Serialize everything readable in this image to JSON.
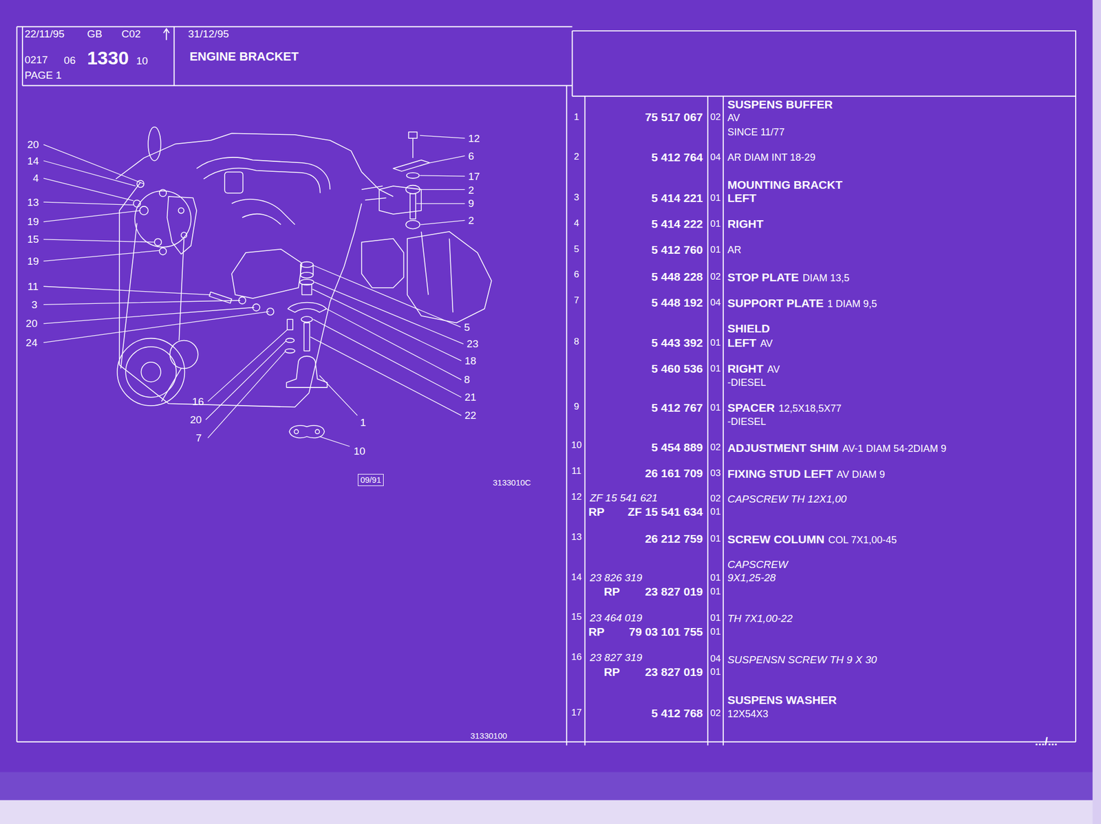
{
  "diagram": {
    "title": "ENGINE BRACKET",
    "nodes": [
      {
        "text": [
          "09/91"
        ]
      }
    ],
    "labels": [
      "22/11/95",
      "GB",
      "C02",
      "0217",
      "06",
      "1330",
      "10",
      "PAGE 1",
      "31/12/95",
      "20",
      "14",
      "4",
      "13",
      "19",
      "15",
      "19",
      "11",
      "3",
      "20",
      "24",
      "16",
      "20",
      "7",
      "12",
      "6",
      "17",
      "2",
      "9",
      "2",
      "5",
      "23",
      "18",
      "8",
      "21",
      "22",
      "1",
      "10",
      "3133010C",
      "31330100",
      "1",
      "75 517 067",
      "02",
      "SUSPENS BUFFER",
      "AV",
      "SINCE 11/77",
      "2",
      "5 412 764",
      "04",
      "AR DIAM INT 18-29",
      "MOUNTING BRACKT",
      "3",
      "5 414 221",
      "01",
      "LEFT",
      "4",
      "5 414 222",
      "01",
      "RIGHT",
      "5",
      "5 412 760",
      "01",
      "AR",
      "6",
      "5 448 228",
      "02",
      "STOP PLATE",
      "DIAM 13,5",
      "7",
      "5 448 192",
      "04",
      "SUPPORT PLATE",
      "1 DIAM 9,5",
      "SHIELD",
      "8",
      "5 443 392",
      "01",
      "LEFT",
      "AV",
      "5 460 536",
      "01",
      "RIGHT",
      "AV",
      "-DIESEL",
      "9",
      "5 412 767",
      "01",
      "SPACER",
      "12,5X18,5X77",
      "-DIESEL",
      "10",
      "5 454 889",
      "02",
      "ADJUSTMENT SHIM",
      "AV-1 DIAM 54-2DIAM 9",
      "11",
      "26 161 709",
      "03",
      "FIXING STUD LEFT",
      "AV DIAM 9",
      "12",
      "ZF 15 541 621",
      "02",
      "CAPSCREW TH 12X1,00",
      "RP",
      "ZF 15 541 634",
      "01",
      "13",
      "26 212 759",
      "01",
      "SCREW COLUMN",
      "COL 7X1,00-45",
      "CAPSCREW",
      "14",
      "23 826 319",
      "01",
      "9X1,25-28",
      "RP",
      "23 827 019",
      "01",
      "15",
      "23 464 019",
      "01",
      "TH 7X1,00-22",
      "RP",
      "79 03 101 755",
      "01",
      "16",
      "23 827 319",
      "04",
      "SUSPENSN SCREW TH 9 X 30",
      "RP",
      "23 827 019",
      "01",
      "SUSPENS WASHER",
      "17",
      "5 412 768",
      "02",
      "12X54X3",
      ".../..."
    ]
  }
}
